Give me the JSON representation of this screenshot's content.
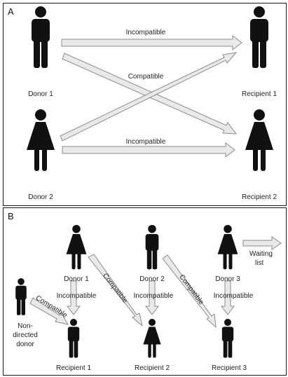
{
  "panel_a": {
    "label": "A",
    "donor1": "Donor 1",
    "donor2": "Donor 2",
    "recipient1": "Recipient 1",
    "recipient2": "Recipient 2",
    "arrow_top": "Incompatible",
    "arrow_cross": "Compatible",
    "arrow_bottom": "Incompatible"
  },
  "panel_b": {
    "label": "B",
    "donor1": "Donor 1",
    "donor2": "Donor 2",
    "donor3": "Donor 3",
    "recipient1": "Recipient 1",
    "recipient2": "Recipient 2",
    "recipient3": "Recipient 3",
    "incompatible": "Incompatible",
    "compatible": "Compatible",
    "ndd_line1": "Non-",
    "ndd_line2": "directed",
    "ndd_line3": "donor",
    "waiting_line1": "Waiting",
    "waiting_line2": "list"
  },
  "colors": {
    "figure": "#111111",
    "arrow_fill": "#e9e9e9",
    "arrow_stroke": "#8c8c8c"
  },
  "icons": [
    "man-icon",
    "woman-icon"
  ]
}
